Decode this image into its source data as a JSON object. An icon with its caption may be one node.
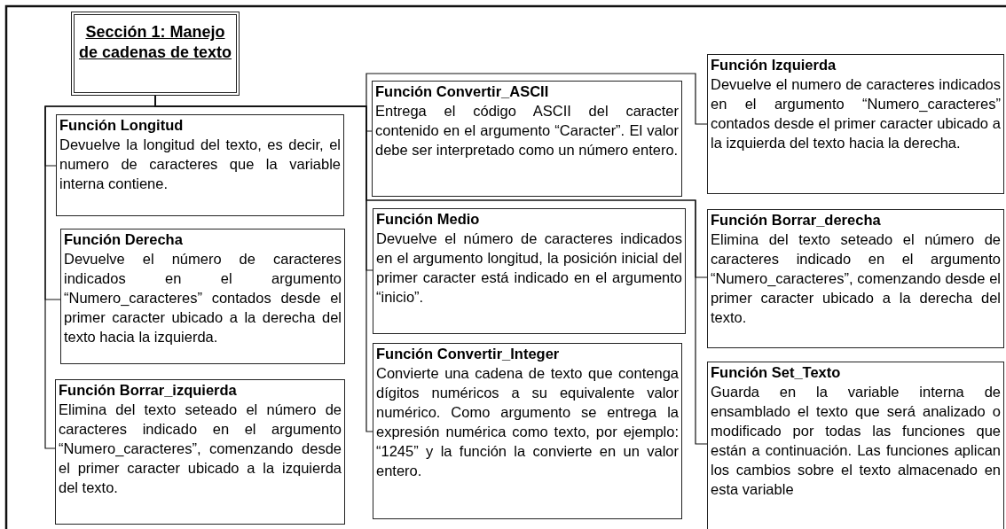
{
  "diagram": {
    "nodes": [
      {
        "text": [
          "Sección 1: Manejo de cadenas de texto"
        ]
      },
      {
        "text": [
          "Función Longitud",
          "Devuelve la longitud del texto, es decir, el numero de caracteres que la variable interna contiene."
        ]
      },
      {
        "text": [
          "Función Derecha",
          "Devuelve el número de caracteres indicados en el argumento “Numero_caracteres” contados desde el primer caracter ubicado a la derecha del texto hacia la izquierda."
        ]
      },
      {
        "text": [
          "Función Borrar_izquierda",
          "Elimina del texto seteado el número de caracteres indicado en el argumento “Numero_caracteres”, comenzando desde el primer caracter ubicado a la izquierda del texto."
        ]
      },
      {
        "text": [
          "Función Convertir_ASCII",
          "Entrega el código ASCII del caracter contenido en el argumento “Caracter”. El valor debe ser interpretado como un número entero."
        ]
      },
      {
        "text": [
          "Función Medio",
          "Devuelve el número de caracteres indicados en el argumento longitud, la posición inicial del primer caracter está indicado en el argumento “inicio”."
        ]
      },
      {
        "text": [
          "Función Convertir_Integer",
          "Convierte una cadena de texto que contenga dígitos numéricos a su equivalente valor numérico. Como argumento se entrega la expresión numérica como texto, por ejemplo: “1245” y la función la convierte en un valor entero."
        ]
      },
      {
        "text": [
          "Función Izquierda",
          "Devuelve el numero de caracteres indicados en el argumento “Numero_caracteres” contados desde el primer caracter ubicado a la izquierda del texto hacia la derecha."
        ]
      },
      {
        "text": [
          "Función Borrar_derecha",
          "Elimina del texto seteado el número de caracteres indicado en el argumento “Numero_caracteres”, comenzando desde el primer caracter ubicado a la derecha del texto."
        ]
      },
      {
        "text": [
          "Función Set_Texto",
          "Guarda en la variable interna de ensamblado el texto que será analizado o modificado por todas las funciones que están a continuación. Las funciones aplican los cambios sobre el texto almacenado en esta variable"
        ]
      }
    ],
    "edges": [
      {
        "from": 0,
        "to": 1,
        "arrow": "none"
      },
      {
        "from": 0,
        "to": 2,
        "arrow": "none"
      },
      {
        "from": 0,
        "to": 3,
        "arrow": "none"
      },
      {
        "from": 0,
        "to": 4,
        "arrow": "none"
      },
      {
        "from": 0,
        "to": 5,
        "arrow": "none"
      },
      {
        "from": 0,
        "to": 6,
        "arrow": "none"
      },
      {
        "from": 0,
        "to": 7,
        "arrow": "none"
      },
      {
        "from": 0,
        "to": 8,
        "arrow": "none"
      },
      {
        "from": 0,
        "to": 9,
        "arrow": "none"
      }
    ]
  }
}
